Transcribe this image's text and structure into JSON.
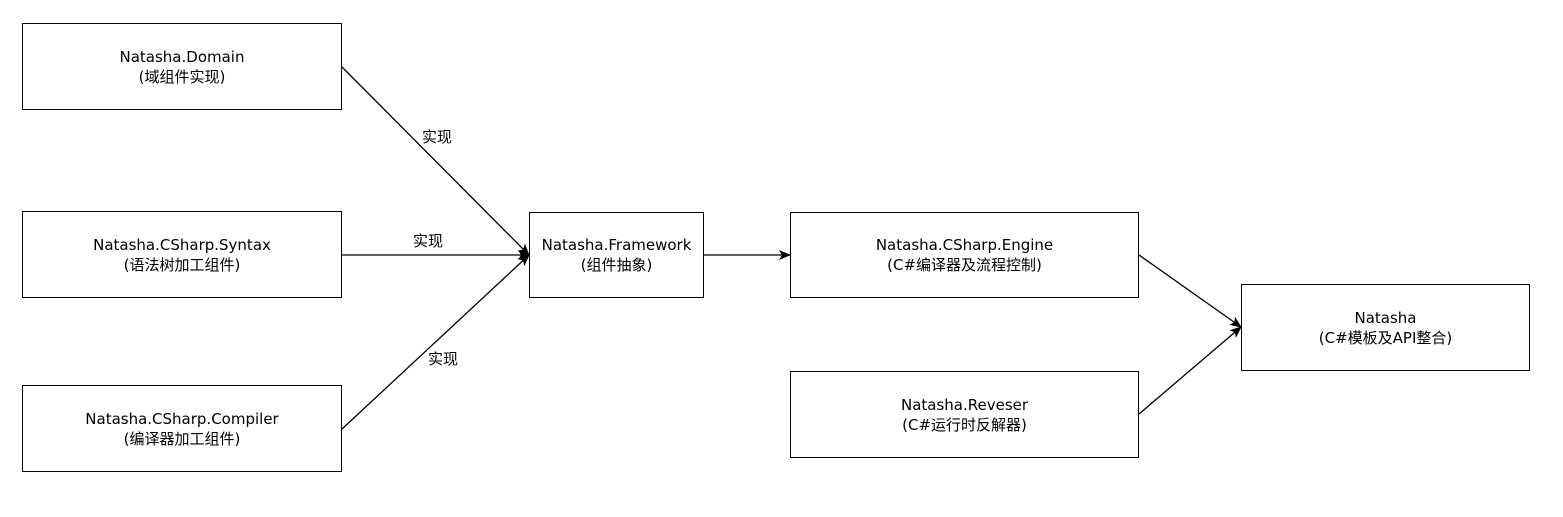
{
  "diagram": {
    "nodes": {
      "domain": {
        "title": "Natasha.Domain",
        "subtitle": "(域组件实现)"
      },
      "syntax": {
        "title": "Natasha.CSharp.Syntax",
        "subtitle": "(语法树加工组件)"
      },
      "compiler": {
        "title": "Natasha.CSharp.Compiler",
        "subtitle": "(编译器加工组件)"
      },
      "framework": {
        "title": "Natasha.Framework",
        "subtitle": "(组件抽象)"
      },
      "engine": {
        "title": "Natasha.CSharp.Engine",
        "subtitle": "(C#编译器及流程控制)"
      },
      "reveser": {
        "title": "Natasha.Reveser",
        "subtitle": "(C#运行时反解器)"
      },
      "natasha": {
        "title": "Natasha",
        "subtitle": "(C#模板及API整合)"
      }
    },
    "edges": [
      {
        "from": "domain",
        "to": "framework",
        "label": "实现"
      },
      {
        "from": "syntax",
        "to": "framework",
        "label": "实现"
      },
      {
        "from": "compiler",
        "to": "framework",
        "label": "实现"
      },
      {
        "from": "framework",
        "to": "engine",
        "label": ""
      },
      {
        "from": "engine",
        "to": "natasha",
        "label": ""
      },
      {
        "from": "reveser",
        "to": "natasha",
        "label": ""
      }
    ]
  }
}
